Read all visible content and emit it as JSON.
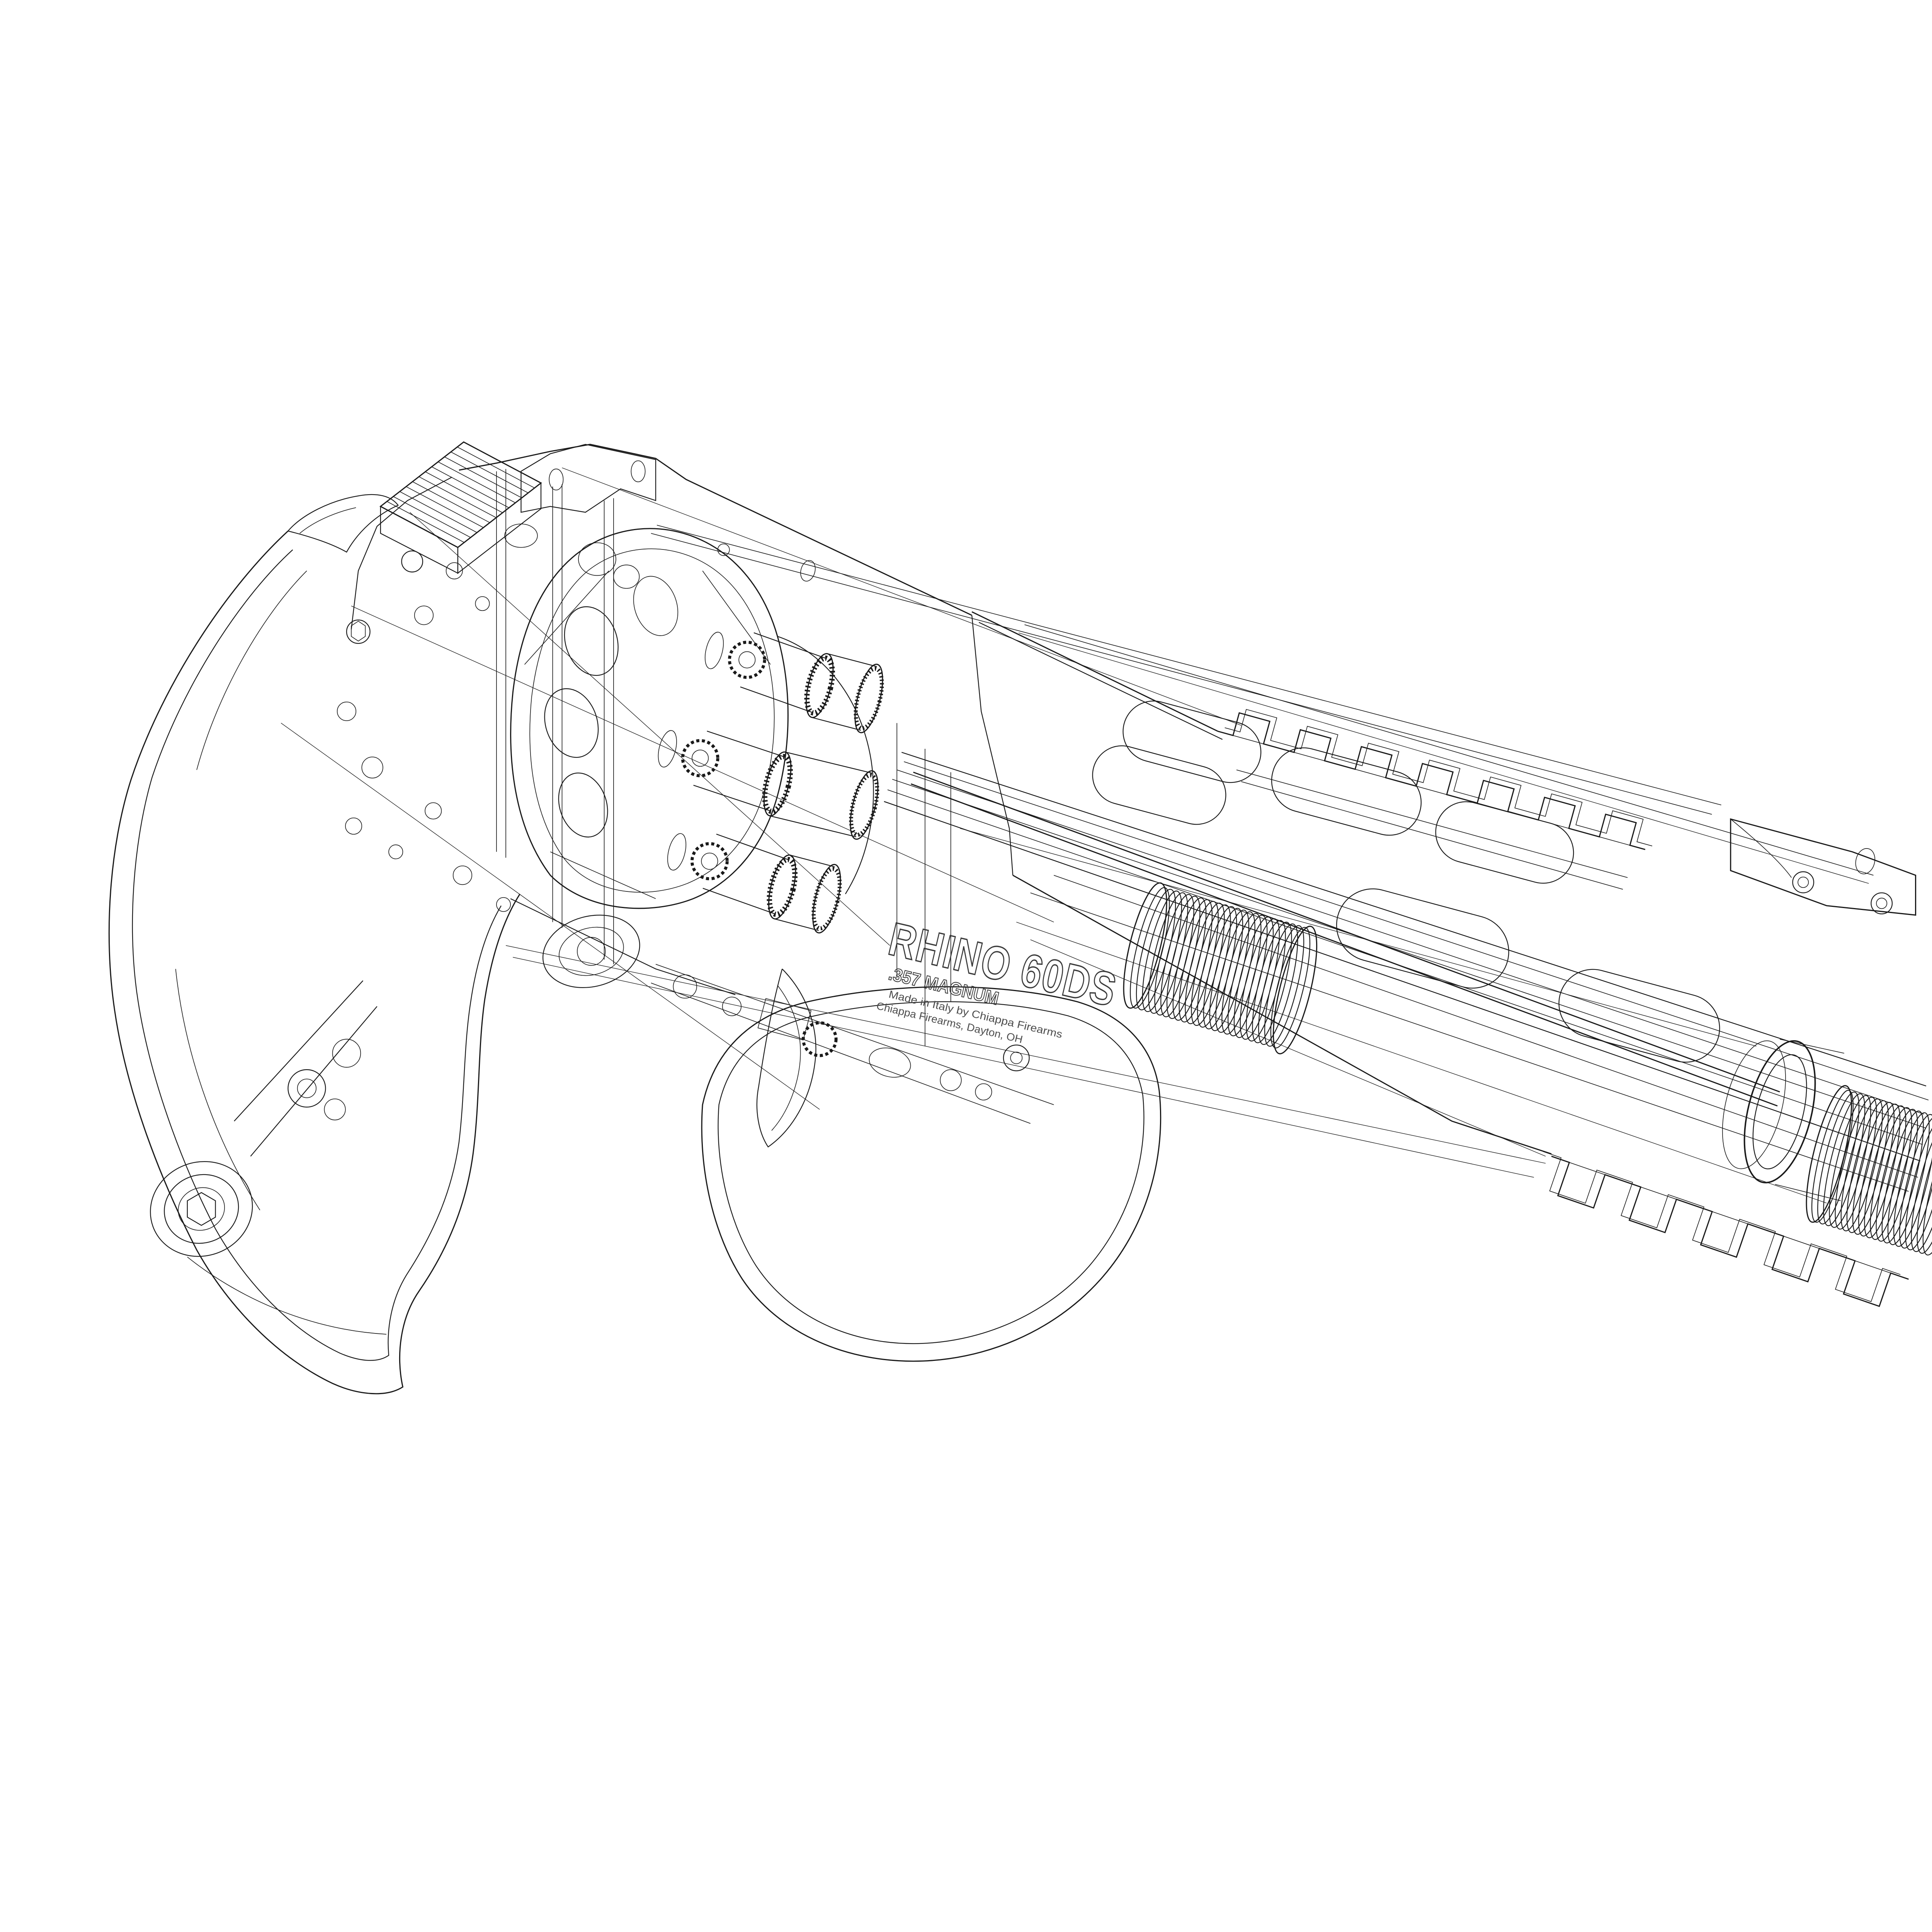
{
  "colors": {
    "background": "#ffffff",
    "line": "#1a1a1a",
    "engraving": "#3a3a3a"
  },
  "engraving": {
    "model": "RHINO 60DS",
    "caliber": ".357 MAGNUM",
    "origin_line": "Made in Italy by Chiappa Firearms",
    "importer_line": "Chiappa Firearms, Dayton, OH"
  }
}
